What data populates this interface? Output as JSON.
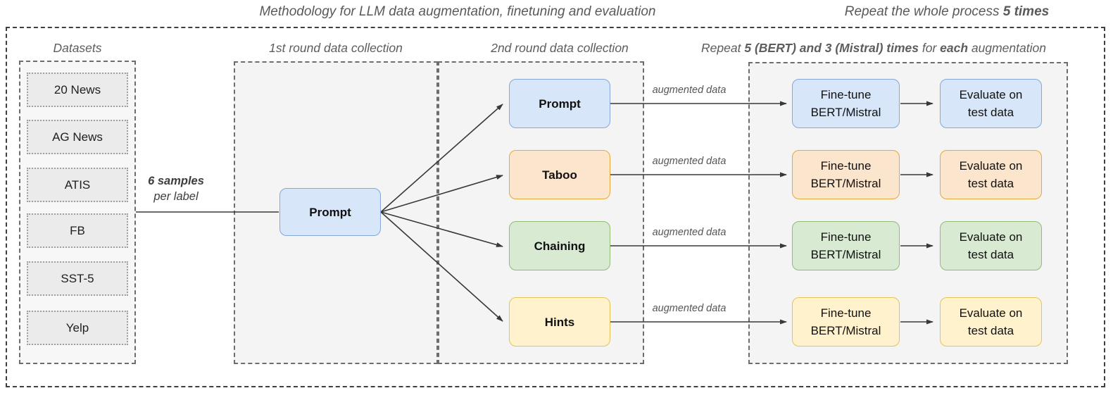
{
  "titles": {
    "main": "Methodology for LLM data augmentation, finetuning and evaluation",
    "repeat": {
      "prefix": "Repeat the whole process ",
      "bold": "5 times"
    }
  },
  "datasets": {
    "label": "Datasets",
    "items": [
      "20 News",
      "AG News",
      "ATIS",
      "FB",
      "SST-5",
      "Yelp"
    ]
  },
  "samples_note": {
    "line1": "6 samples",
    "line2": "per label"
  },
  "round1": {
    "label": "1st round data collection",
    "node": {
      "label": "Prompt",
      "color": "blue"
    }
  },
  "round2": {
    "label": "2nd round data collection",
    "nodes": [
      {
        "label": "Prompt",
        "color": "blue"
      },
      {
        "label": "Taboo",
        "color": "orange"
      },
      {
        "label": "Chaining",
        "color": "green"
      },
      {
        "label": "Hints",
        "color": "yellow"
      }
    ]
  },
  "repeat_section": {
    "label": {
      "prefix": "Repeat ",
      "bold1": "5 (BERT) and 3 (Mistral) times",
      "mid": " for ",
      "bold2": "each",
      "suffix": " augmentation"
    },
    "rows": [
      {
        "edge_label": "augmented data",
        "finetune_line1": "Fine-tune",
        "finetune_line2": "BERT/Mistral",
        "evaluate_line1": "Evaluate on",
        "evaluate_line2": "test data",
        "color": "blue"
      },
      {
        "edge_label": "augmented data",
        "finetune_line1": "Fine-tune",
        "finetune_line2": "BERT/Mistral",
        "evaluate_line1": "Evaluate on",
        "evaluate_line2": "test data",
        "color": "orange"
      },
      {
        "edge_label": "augmented data",
        "finetune_line1": "Fine-tune",
        "finetune_line2": "BERT/Mistral",
        "evaluate_line1": "Evaluate on",
        "evaluate_line2": "test data",
        "color": "green"
      },
      {
        "edge_label": "augmented data",
        "finetune_line1": "Fine-tune",
        "finetune_line2": "BERT/Mistral",
        "evaluate_line1": "Evaluate on",
        "evaluate_line2": "test data",
        "color": "yellow"
      }
    ]
  },
  "colors": {
    "blue": {
      "fill": "#d7e6f8",
      "stroke": "#86a8d8"
    },
    "orange": {
      "fill": "#fce5cd",
      "stroke": "#e3a93f"
    },
    "green": {
      "fill": "#d9ead3",
      "stroke": "#8fbc77"
    },
    "yellow": {
      "fill": "#fff2cc",
      "stroke": "#e3c35e"
    },
    "line": "#383838"
  }
}
